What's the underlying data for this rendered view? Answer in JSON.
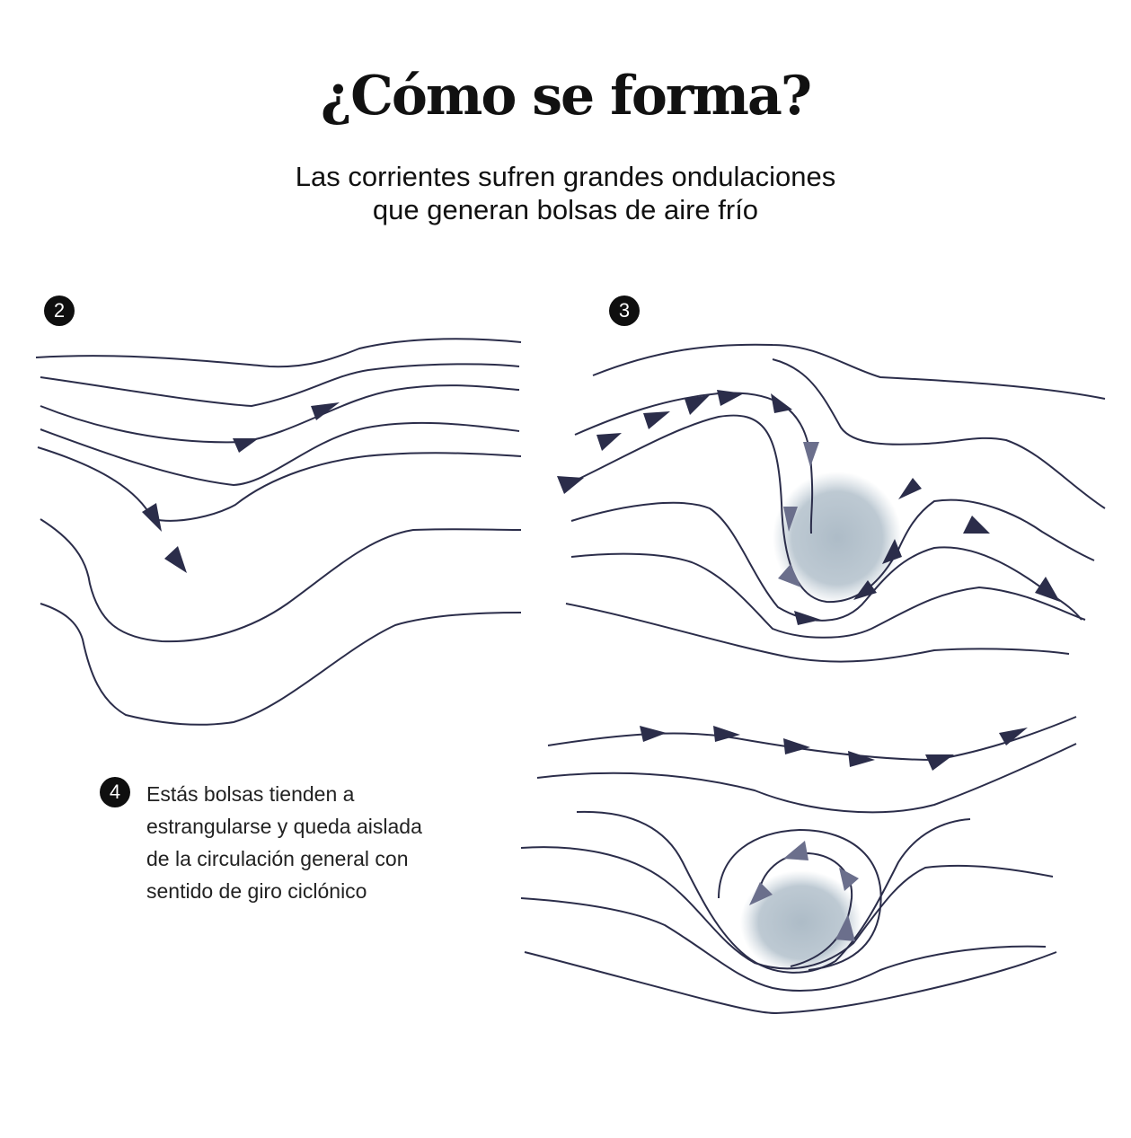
{
  "title": "¿Cómo se forma?",
  "subtitle": {
    "line1": "Las corrientes sufren grandes ondulaciones",
    "line2": "que generan bolsas de aire frío"
  },
  "steps": [
    {
      "number": "2"
    },
    {
      "number": "3"
    },
    {
      "number": "4",
      "text_lines": [
        "Estás bolsas tienden a",
        "estrangularse y queda aislada",
        "de la circulación general con",
        "sentido de giro ciclónico"
      ]
    }
  ],
  "colors": {
    "streamline": "#2b2d4a",
    "arrow": "#2b2d4a",
    "arrow_light": "#6b6f8c",
    "cold_air_pocket": "#a9b8c4",
    "badge": "#0f0f0f",
    "text": "#111111"
  }
}
